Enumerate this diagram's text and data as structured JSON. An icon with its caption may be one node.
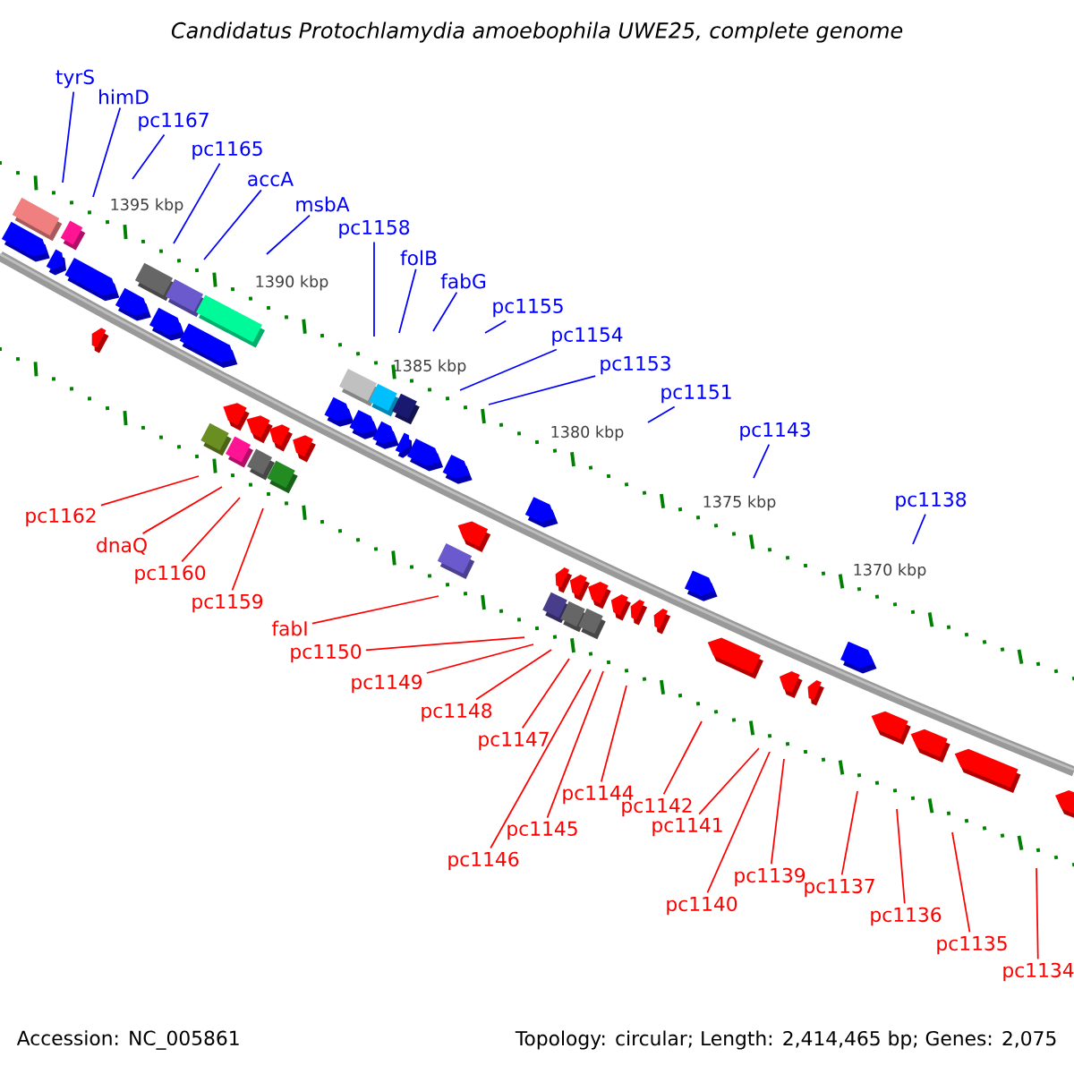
{
  "diagram": {
    "title": "Candidatus Protochlamydia amoebophila UWE25, complete genome",
    "nodes": [
      {
        "text": [
          "tyrS"
        ]
      },
      {
        "text": [
          "himD"
        ]
      },
      {
        "text": [
          "pc1167"
        ]
      },
      {
        "text": [
          "pc1165"
        ]
      },
      {
        "text": [
          "accA"
        ]
      },
      {
        "text": [
          "msbA"
        ]
      },
      {
        "text": [
          "pc1158"
        ]
      },
      {
        "text": [
          "folB"
        ]
      },
      {
        "text": [
          "fabG"
        ]
      },
      {
        "text": [
          "pc1155"
        ]
      },
      {
        "text": [
          "pc1154"
        ]
      },
      {
        "text": [
          "pc1153"
        ]
      },
      {
        "text": [
          "pc1151"
        ]
      },
      {
        "text": [
          "pc1143"
        ]
      },
      {
        "text": [
          "pc1138"
        ]
      },
      {
        "text": [
          "pc1162"
        ]
      },
      {
        "text": [
          "dnaQ"
        ]
      },
      {
        "text": [
          "pc1160"
        ]
      },
      {
        "text": [
          "pc1159"
        ]
      },
      {
        "text": [
          "fabI"
        ]
      },
      {
        "text": [
          "pc1150"
        ]
      },
      {
        "text": [
          "pc1149"
        ]
      },
      {
        "text": [
          "pc1148"
        ]
      },
      {
        "text": [
          "pc1147"
        ]
      },
      {
        "text": [
          "pc1145"
        ]
      },
      {
        "text": [
          "pc1146"
        ]
      },
      {
        "text": [
          "pc1144"
        ]
      },
      {
        "text": [
          "pc1142"
        ]
      },
      {
        "text": [
          "pc1141"
        ]
      },
      {
        "text": [
          "pc1140"
        ]
      },
      {
        "text": [
          "pc1139"
        ]
      },
      {
        "text": [
          "pc1137"
        ]
      },
      {
        "text": [
          "pc1136"
        ]
      },
      {
        "text": [
          "pc1135"
        ]
      },
      {
        "text": [
          "pc1134"
        ]
      }
    ],
    "edges": [
      {
        "from": 0,
        "to": null,
        "arrow": "none",
        "color": "#0000ff"
      },
      {
        "from": 1,
        "to": null,
        "arrow": "none",
        "color": "#0000ff"
      },
      {
        "from": 2,
        "to": null,
        "arrow": "none",
        "color": "#0000ff"
      },
      {
        "from": 3,
        "to": null,
        "arrow": "none",
        "color": "#0000ff"
      },
      {
        "from": 4,
        "to": null,
        "arrow": "none",
        "color": "#0000ff"
      },
      {
        "from": 5,
        "to": null,
        "arrow": "none",
        "color": "#0000ff"
      },
      {
        "from": 6,
        "to": null,
        "arrow": "none",
        "color": "#0000ff"
      },
      {
        "from": 7,
        "to": null,
        "arrow": "none",
        "color": "#0000ff"
      },
      {
        "from": 8,
        "to": null,
        "arrow": "none",
        "color": "#0000ff"
      },
      {
        "from": 9,
        "to": null,
        "arrow": "none",
        "color": "#0000ff"
      },
      {
        "from": 10,
        "to": null,
        "arrow": "none",
        "color": "#0000ff"
      },
      {
        "from": 11,
        "to": null,
        "arrow": "none",
        "color": "#0000ff"
      },
      {
        "from": 12,
        "to": null,
        "arrow": "none",
        "color": "#0000ff"
      },
      {
        "from": 13,
        "to": null,
        "arrow": "none",
        "color": "#0000ff"
      },
      {
        "from": 14,
        "to": null,
        "arrow": "none",
        "color": "#0000ff"
      },
      {
        "from": 15,
        "to": null,
        "arrow": "none"
      },
      {
        "from": 16,
        "to": null,
        "arrow": "none"
      },
      {
        "from": 17,
        "to": null,
        "arrow": "none"
      },
      {
        "from": 18,
        "to": null,
        "arrow": "none"
      },
      {
        "from": 19,
        "to": null,
        "arrow": "none"
      },
      {
        "from": 20,
        "to": null,
        "arrow": "none"
      },
      {
        "from": 21,
        "to": null,
        "arrow": "none"
      },
      {
        "from": 22,
        "to": null,
        "arrow": "none"
      },
      {
        "from": 23,
        "to": null,
        "arrow": "none"
      },
      {
        "from": 24,
        "to": null,
        "arrow": "none"
      },
      {
        "from": 25,
        "to": null,
        "arrow": "none"
      },
      {
        "from": 26,
        "to": null,
        "arrow": "none"
      },
      {
        "from": 27,
        "to": null,
        "arrow": "none"
      },
      {
        "from": 28,
        "to": null,
        "arrow": "none"
      },
      {
        "from": 29,
        "to": null,
        "arrow": "none"
      },
      {
        "from": 30,
        "to": null,
        "arrow": "none"
      },
      {
        "from": 31,
        "to": null,
        "arrow": "none"
      },
      {
        "from": 32,
        "to": null,
        "arrow": "none"
      },
      {
        "from": 33,
        "to": null,
        "arrow": "none"
      },
      {
        "from": 34,
        "to": null,
        "arrow": "none"
      }
    ],
    "labels": [
      "1395 kbp",
      "1390 kbp",
      "1385 kbp",
      "1380 kbp",
      "1375 kbp",
      "1370 kbp",
      "Accession: NC_005861",
      "Topology: circular; Length: 2,414,465 bp; Genes: 2,075"
    ]
  }
}
